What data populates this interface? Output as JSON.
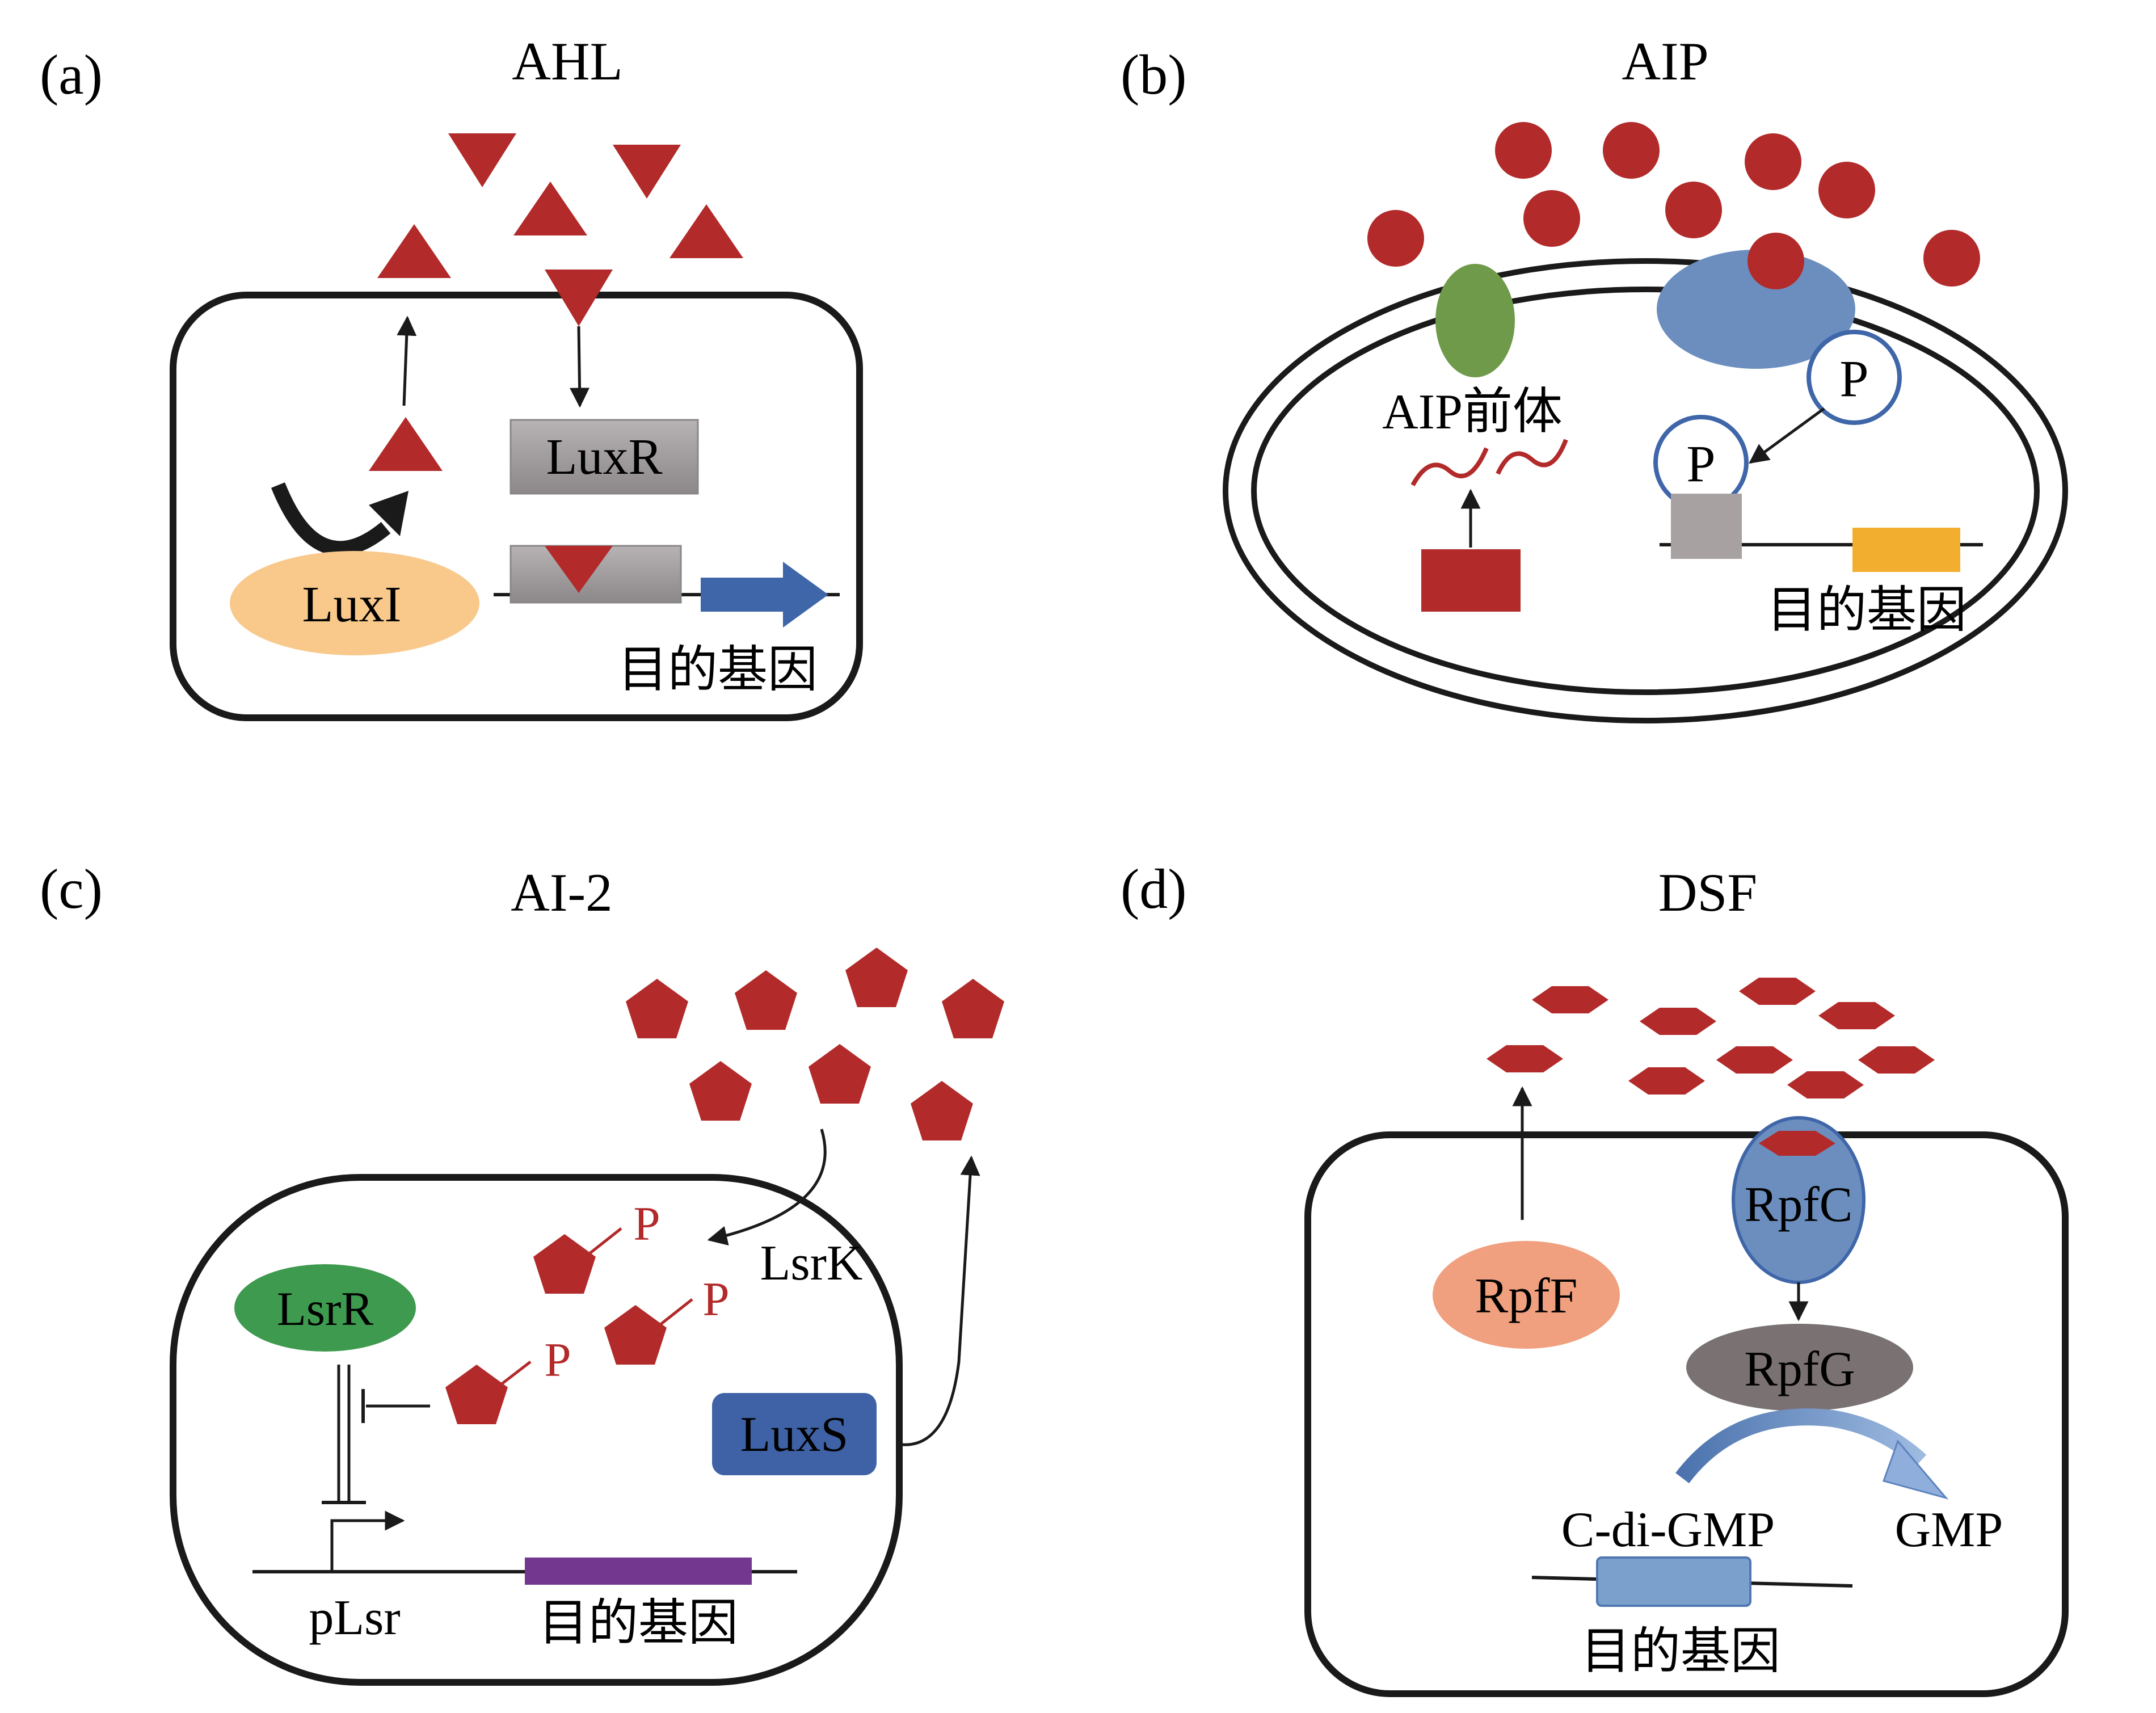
{
  "colors": {
    "signal_red": "#B22A2A",
    "outline": "#1A1A1A",
    "grey_box": "#9E9A9B",
    "luxi_fill": "#F8C98B",
    "luxr_arrow_blue": "#3F66A8",
    "aip_green": "#6F9A49",
    "receptor_blue": "#6B8EBF",
    "target_orange": "#F2AE2E",
    "lsrr_green": "#3E9A4E",
    "luxs_blue": "#3E62A5",
    "target_purple": "#74378F",
    "rpff_salmon": "#F0A07E",
    "rpfc_blue": "#6B8EBF",
    "rpfg_grey": "#7A7272",
    "gene_blue": "#7BA0CC"
  },
  "panels": {
    "a": {
      "label": "(a)",
      "title": "AHL",
      "luxR": "LuxR",
      "luxI": "LuxI",
      "target_gene": "目的基因"
    },
    "b": {
      "label": "(b)",
      "title": "AIP",
      "precursor": "AIP前体",
      "phospho1": "P",
      "phospho2": "P",
      "target_gene": "目的基因"
    },
    "c": {
      "label": "(c)",
      "title": "AI-2",
      "lsrR": "LsrR",
      "lsrK": "LsrK",
      "luxS": "LuxS",
      "p1": "P",
      "p2": "P",
      "p3": "P",
      "promoter": "pLsr",
      "target_gene": "目的基因"
    },
    "d": {
      "label": "(d)",
      "title": "DSF",
      "rpfF": "RpfF",
      "rpfC": "RpfC",
      "rpfG": "RpfG",
      "cdigmp": "C-di-GMP",
      "gmp": "GMP",
      "target_gene": "目的基因"
    }
  }
}
